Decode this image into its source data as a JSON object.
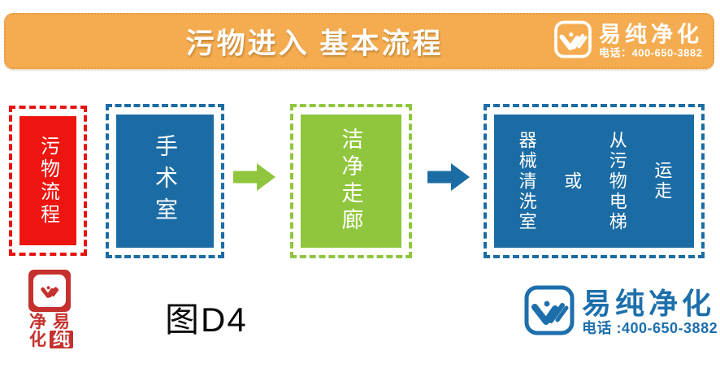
{
  "header": {
    "title": "污物进入 基本流程",
    "brand_name": "易纯净化",
    "phone": "电话：400-650-3882",
    "bg_color": "#F5AC50"
  },
  "flow": {
    "boxes": [
      {
        "name": "waste-flow",
        "label": "污物流程",
        "fill": "#EE1511",
        "border_style": "dashed"
      },
      {
        "name": "operating-room",
        "label": "手术室",
        "fill": "#1B6CA4",
        "border_style": "dashed"
      },
      {
        "name": "clean-corridor",
        "label": "洁净走廊",
        "fill": "#8FC63D",
        "border_style": "dashed"
      }
    ],
    "final_box": {
      "name": "destination",
      "columns": [
        "器械清洗室",
        "或",
        "从污物电梯",
        "运走"
      ],
      "fill": "#1B6CA4",
      "border_style": "dashed"
    },
    "arrows": [
      {
        "direction": "right",
        "color": "#8FC63D"
      },
      {
        "direction": "right",
        "color": "#1B6CA4"
      }
    ]
  },
  "caption": "图D4",
  "seal": {
    "rows": [
      [
        "净",
        "易"
      ],
      [
        "化",
        "纯"
      ]
    ],
    "color": "#C5312D"
  },
  "footer": {
    "brand_name": "易纯净化",
    "phone": "电话 :400-650-3882",
    "color": "#1D6FAC"
  }
}
